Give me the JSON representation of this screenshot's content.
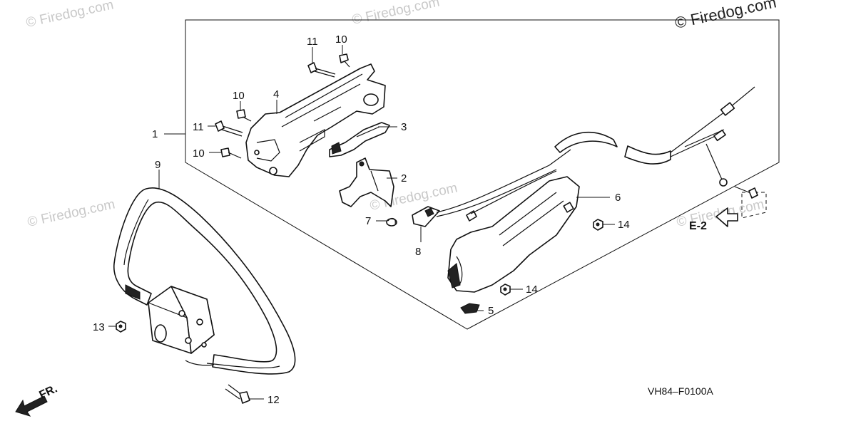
{
  "watermarks": {
    "top_right": "© Firedog.com",
    "faint": "© Firedog.com"
  },
  "callouts": {
    "c1": "1",
    "c2": "2",
    "c3": "3",
    "c4": "4",
    "c5": "5",
    "c6": "6",
    "c7": "7",
    "c8": "8",
    "c9": "9",
    "c10a": "10",
    "c10b": "10",
    "c10c": "10",
    "c11a": "11",
    "c11b": "11",
    "c12": "12",
    "c13": "13",
    "c14a": "14",
    "c14b": "14"
  },
  "reference": "E-2",
  "direction": "FR.",
  "diagram_code": "VH84–F0100A"
}
